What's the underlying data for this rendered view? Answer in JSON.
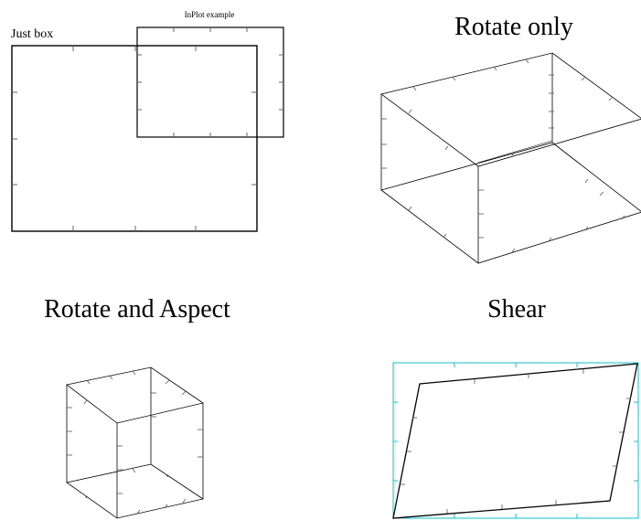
{
  "panels": {
    "just_box": {
      "label": "Just box",
      "inset_title": "InPlot example"
    },
    "rotate_only": {
      "title": "Rotate only"
    },
    "rotate_and_aspect": {
      "title": "Rotate and Aspect"
    },
    "shear": {
      "title": "Shear",
      "outline_color": "#00c8d8"
    }
  }
}
